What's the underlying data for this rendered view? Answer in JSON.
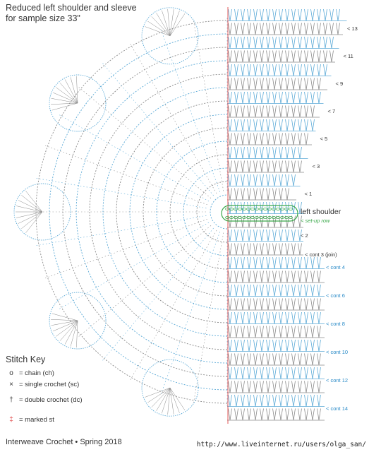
{
  "title_line1": "Reduced left shoulder and sleeve",
  "title_line2": "for sample size 33\"",
  "row_labels": [
    {
      "text": "< 13",
      "row": 0
    },
    {
      "text": "< 11",
      "row": 2
    },
    {
      "text": "< 9",
      "row": 4
    },
    {
      "text": "< 7",
      "row": 6
    },
    {
      "text": "< 5",
      "row": 8
    },
    {
      "text": "< 3",
      "row": 10
    },
    {
      "text": "< 1",
      "row": 12
    },
    {
      "text": "< 2",
      "row": 15
    }
  ],
  "cont_labels": [
    {
      "text": "< cont 3 (join)"
    },
    {
      "text": "< cont 4"
    },
    {
      "text": "< cont 6"
    },
    {
      "text": "< cont 8"
    },
    {
      "text": "< cont 10"
    },
    {
      "text": "< cont 12"
    },
    {
      "text": "< cont 14"
    }
  ],
  "left_shoulder_label": "left shoulder",
  "setup_row_label": "< set-up row",
  "stitch_key": {
    "heading": "Stitch Key",
    "items": [
      {
        "symbol": "o",
        "label": "= chain (ch)"
      },
      {
        "symbol": "×",
        "label": "= single crochet (sc)"
      },
      {
        "symbol": "†",
        "label": "= double crochet (dc)"
      },
      {
        "symbol": "‡",
        "label": "= marked st"
      }
    ]
  },
  "footer_text": "Interweave Crochet  •  Spring 2018",
  "watermark_url": "http://www.liveinternet.ru/users/olga_san/",
  "colors": {
    "blue": "#5aa9d6",
    "gray": "#8a8a8a",
    "green": "#3aa84a",
    "red": "#e04545"
  }
}
